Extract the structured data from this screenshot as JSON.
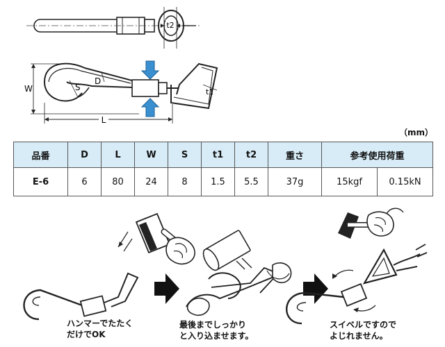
{
  "dimension_labels": {
    "t2": "t2",
    "W": "W",
    "S": "S",
    "D": "D",
    "t1": "t1",
    "L": "L"
  },
  "unit_label": "（mm）",
  "table": {
    "headers": [
      "品番",
      "D",
      "L",
      "W",
      "S",
      "t1",
      "t2",
      "重さ",
      "参考使用荷重"
    ],
    "rows": [
      [
        "E-6",
        "6",
        "80",
        "24",
        "8",
        "1.5",
        "5.5",
        "37g",
        "15kgf",
        "0.15kN"
      ]
    ]
  },
  "captions": {
    "step1": [
      "ハンマーでたたく",
      "だけでOK"
    ],
    "step2": [
      "最後までしっかり",
      "と入り込ませます。"
    ],
    "step3": [
      "スイベルですので",
      "よじれません。"
    ]
  },
  "colors": {
    "table_header_bg": "#d8ecf7",
    "arrow_blue": "#3a8fd0",
    "step_arrow": "#111111"
  }
}
